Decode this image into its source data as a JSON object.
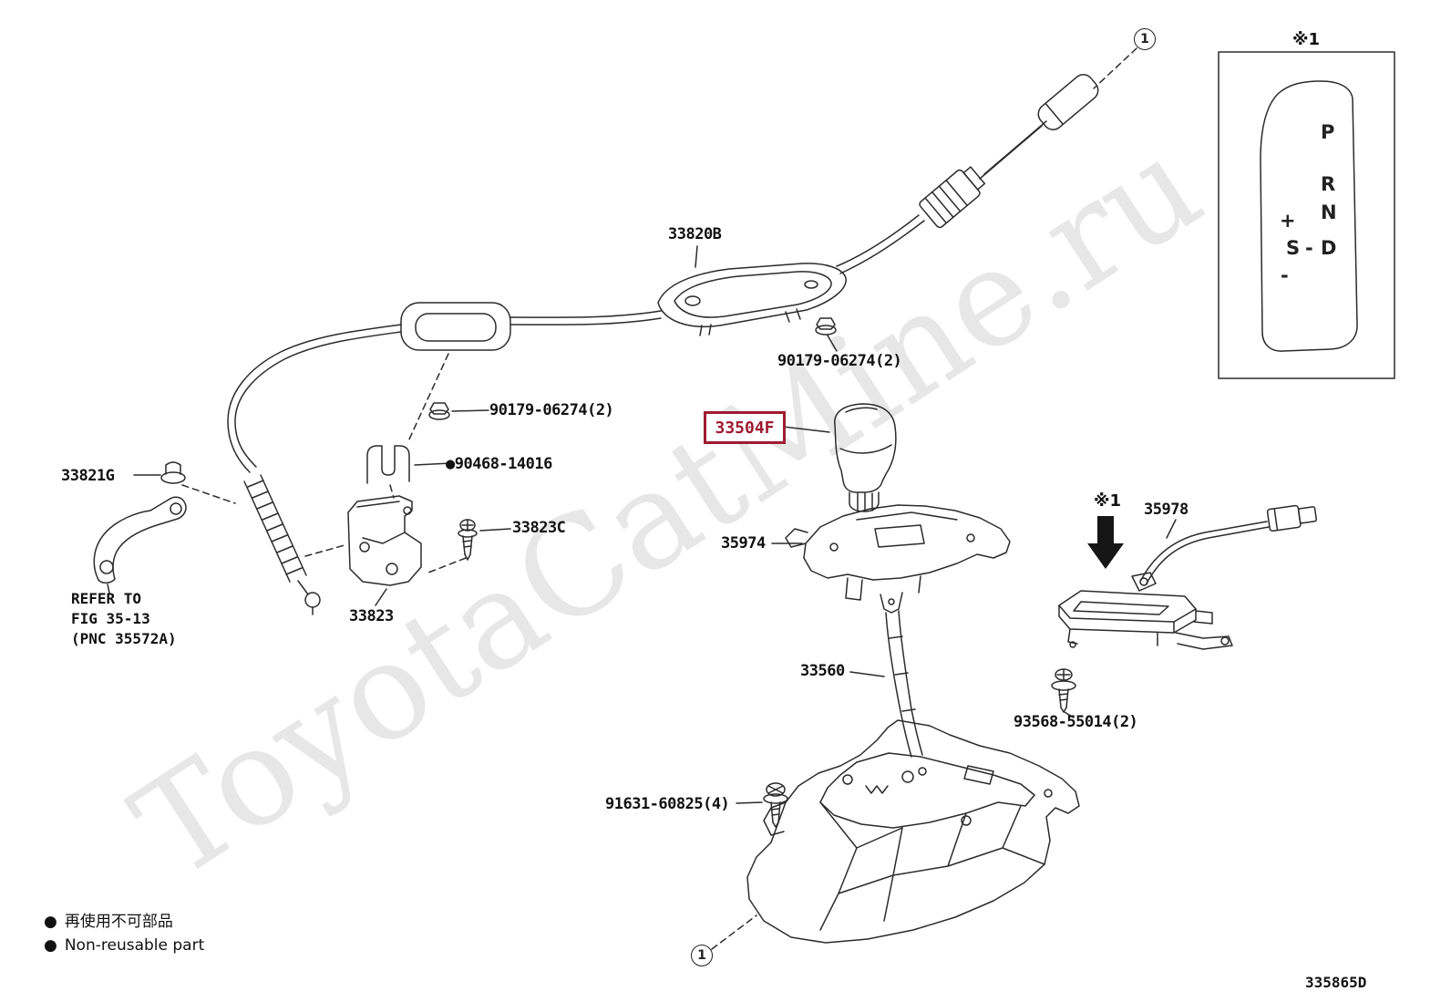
{
  "page": {
    "doc_code": "335865D"
  },
  "watermark": "ToyotaCatMine.ru",
  "legend": {
    "bullet": "●",
    "jp": "再使用不可部品",
    "en": "Non-reusable part"
  },
  "callouts": {
    "one": "1",
    "star1": "※1"
  },
  "refer_note": {
    "line1": "REFER TO",
    "line2": "FIG 35-13",
    "line3": "(PNC 35572A)"
  },
  "parts": {
    "cable": {
      "number": "33820B"
    },
    "nut_right": {
      "number": "90179-06274(2)"
    },
    "nut_left": {
      "number": "90179-06274(2)"
    },
    "knob": {
      "number": "33504F",
      "highlighted": true,
      "highlight_color": "#9e1b32"
    },
    "clip": {
      "number": "33821G"
    },
    "clamp": {
      "number": "90468-14016",
      "non_reusable": true
    },
    "screw_clamp": {
      "number": "33823C"
    },
    "bracket": {
      "number": "33823"
    },
    "plate_upper": {
      "number": "35974"
    },
    "indicator": {
      "number": "35978"
    },
    "lever": {
      "number": "33560"
    },
    "screw_indicator": {
      "number": "93568-55014(2)"
    },
    "bolt_housing": {
      "number": "91631-60825(4)"
    }
  },
  "shift_pattern": {
    "note": "※1",
    "letters": {
      "p": "P",
      "r": "R",
      "n": "N",
      "plus": "+",
      "s": "S",
      "dash_mid": "-",
      "d": "D",
      "dash_low": "-"
    }
  }
}
